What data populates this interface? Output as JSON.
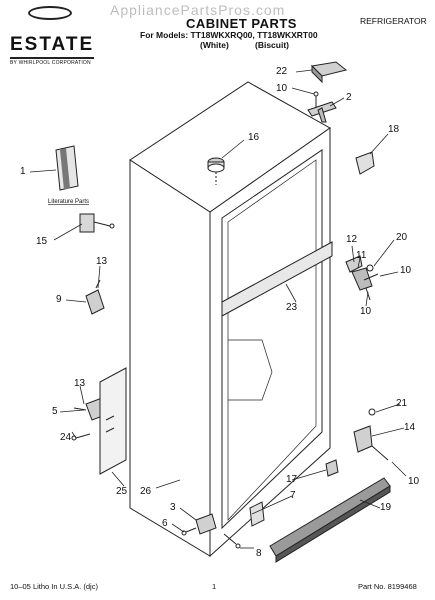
{
  "header": {
    "brand": "ESTATE",
    "brand_sub": "BY WHIRLPOOL CORPORATION",
    "watermark": "AppliancePartsPros.com",
    "title": "CABINET PARTS",
    "models_line": "For Models: TT18WKXRQ00, TT18WKXRT00",
    "color_white": "(White)",
    "color_biscuit": "(Biscuit)",
    "appliance": "REFRIGERATOR"
  },
  "labels": {
    "literature": "Literature Parts"
  },
  "callouts": {
    "c1": "1",
    "c2": "2",
    "c3": "3",
    "c5": "5",
    "c6": "6",
    "c7": "7",
    "c8": "8",
    "c9": "9",
    "c10a": "10",
    "c10b": "10",
    "c10c": "10",
    "c10d": "10",
    "c11": "11",
    "c12": "12",
    "c13a": "13",
    "c13b": "13",
    "c14": "14",
    "c15": "15",
    "c16": "16",
    "c17": "17",
    "c18": "18",
    "c19": "19",
    "c20": "20",
    "c21": "21",
    "c22": "22",
    "c23": "23",
    "c24": "24",
    "c25": "25",
    "c26": "26"
  },
  "footer": {
    "left": "10–05 Litho In U.S.A. (djc)",
    "center": "1",
    "right": "Part No. 8199468"
  }
}
